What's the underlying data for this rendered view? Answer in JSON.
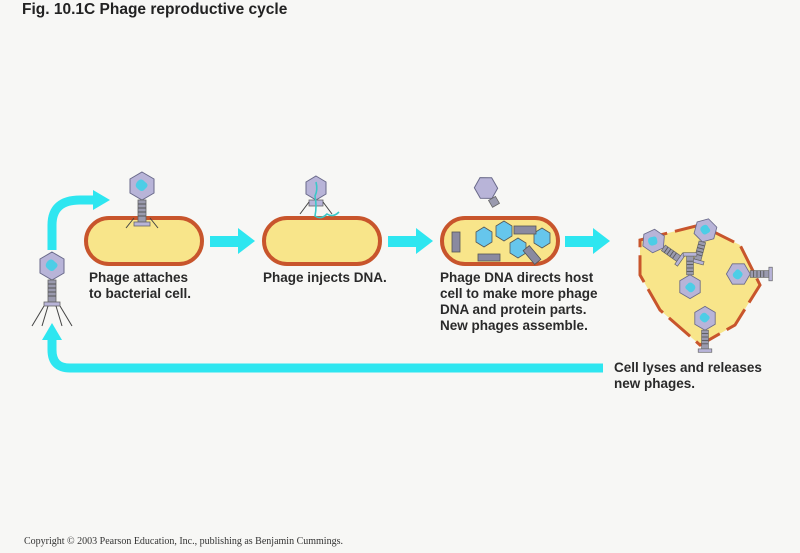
{
  "figure": {
    "title": "Fig. 10.1C  Phage reproductive cycle",
    "copyright": "Copyright © 2003 Pearson Education, Inc., publishing as Benjamin Cummings."
  },
  "steps": [
    {
      "id": "attach",
      "label": "Phage attaches\nto bacterial cell."
    },
    {
      "id": "inject",
      "label": "Phage injects DNA."
    },
    {
      "id": "replicate",
      "label": "Phage DNA directs host\ncell to make more phage\nDNA and protein parts.\nNew phages assemble."
    },
    {
      "id": "lyse",
      "label": "Cell lyses and releases\nnew phages."
    }
  ],
  "colors": {
    "arrow": "#2ee6f0",
    "cell_fill": "#f8e58a",
    "cell_wall": "#c8552c",
    "phage_head": "#b8b4d8",
    "phage_dna": "#4ccde6",
    "phage_tail": "#8a8aa0"
  }
}
